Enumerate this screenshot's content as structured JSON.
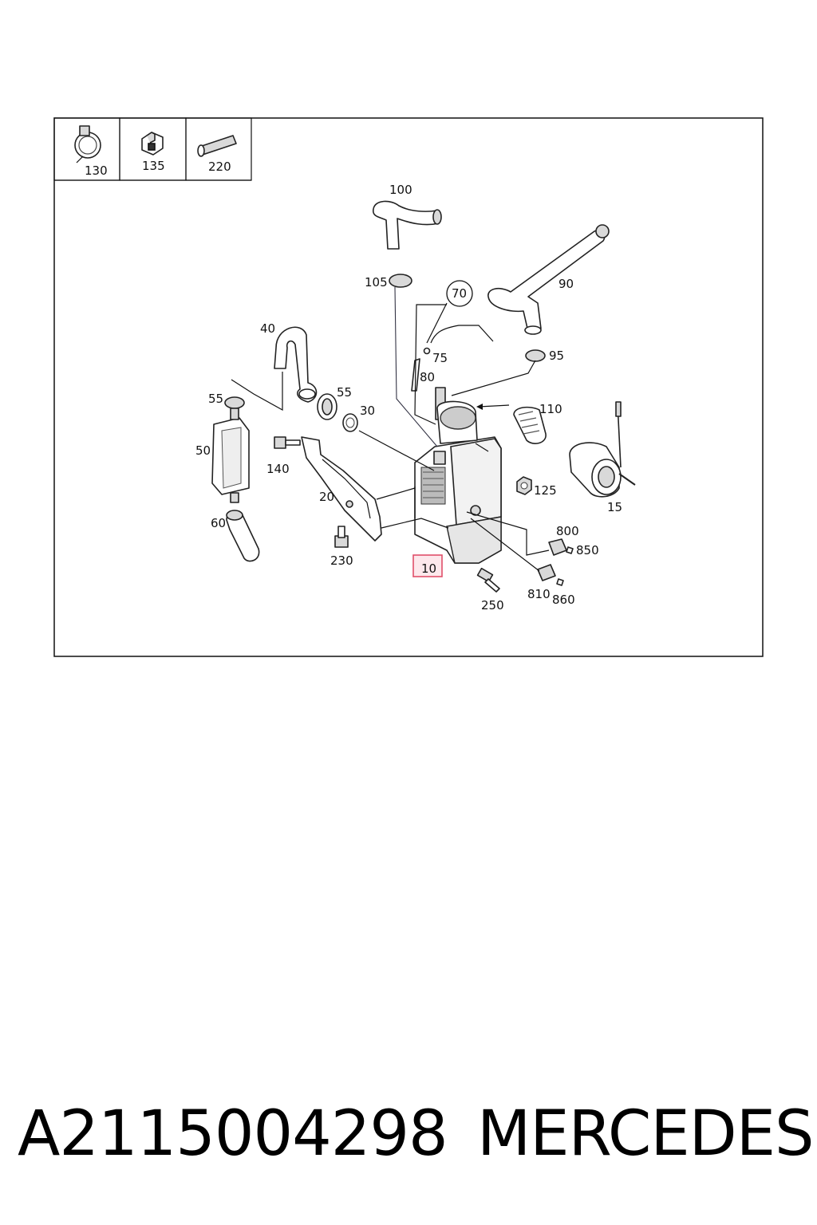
{
  "header_parts": [
    {
      "label": "130",
      "icon": "hose-clamp-icon"
    },
    {
      "label": "135",
      "icon": "clip-icon"
    },
    {
      "label": "220",
      "icon": "sleeve-icon"
    }
  ],
  "callouts": {
    "c10": "10",
    "c15": "15",
    "c20": "20",
    "c30": "30",
    "c40": "40",
    "c50": "50",
    "c55a": "55",
    "c55b": "55",
    "c60": "60",
    "c70": "70",
    "c75": "75",
    "c80": "80",
    "c90": "90",
    "c95": "95",
    "c100": "100",
    "c105": "105",
    "c110": "110",
    "c125": "125",
    "c140": "140",
    "c230": "230",
    "c250": "250",
    "c800": "800",
    "c810": "810",
    "c850": "850",
    "c860": "860"
  },
  "highlight": {
    "callout": "10",
    "color": "#e0506a",
    "fill": "#fde8ec"
  },
  "footer": {
    "part_number": "A2115004298",
    "brand": "MERCEDES"
  }
}
